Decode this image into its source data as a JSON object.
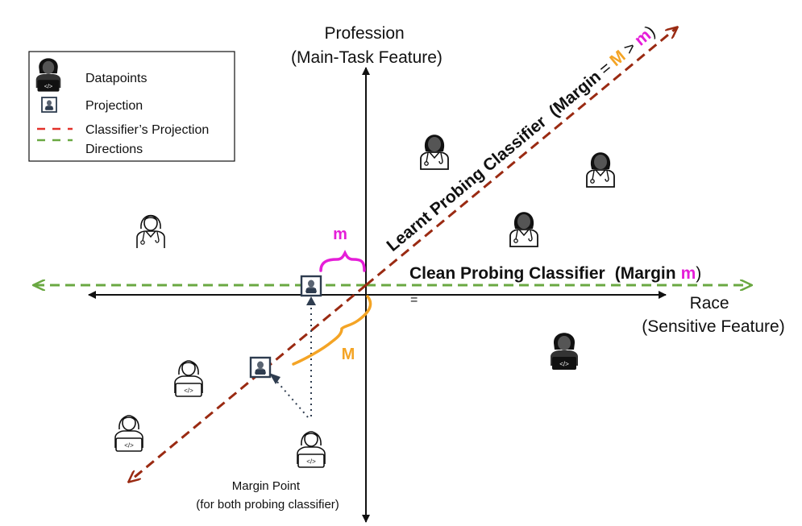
{
  "axes": {
    "y_title_line1": "Profession",
    "y_title_line2": "(Main-Task Feature)",
    "x_title_line1": "Race",
    "x_title_line2": "(Sensitive Feature)"
  },
  "legend": {
    "datapoints": "Datapoints",
    "projection": "Projection",
    "directions_line1": "Classifier’s Projection",
    "directions_line2": "Directions"
  },
  "learnt": {
    "label": "Learnt Probing Classifier",
    "margin_open": "(Margin",
    "eq": "=",
    "M": "M",
    "gt": ">",
    "m": "m",
    "close": ")"
  },
  "clean": {
    "label": "Clean Probing Classifier",
    "margin_open": "(Margin",
    "m": "m",
    "close": ")",
    "stray": "="
  },
  "brace_labels": {
    "small_m": "m",
    "big_M": "M"
  },
  "margin_point": {
    "line1": "Margin Point",
    "line2": "(for both probing classifier)"
  },
  "colors": {
    "learnt_direction": "#9a2a12",
    "clean_direction": "#6aa842",
    "legend_red": "#e2312a",
    "legend_green": "#6aa842",
    "big_margin_orange": "#f4a425",
    "small_margin_magenta": "#e51ed8",
    "axis": "#111111",
    "icon_dark": "#111111",
    "projection_box": "#2e3c4f"
  },
  "icons": {
    "datapoint_programmer": "programmer-person-icon",
    "datapoint_doctor": "doctor-person-icon",
    "projection": "projection-icon"
  }
}
